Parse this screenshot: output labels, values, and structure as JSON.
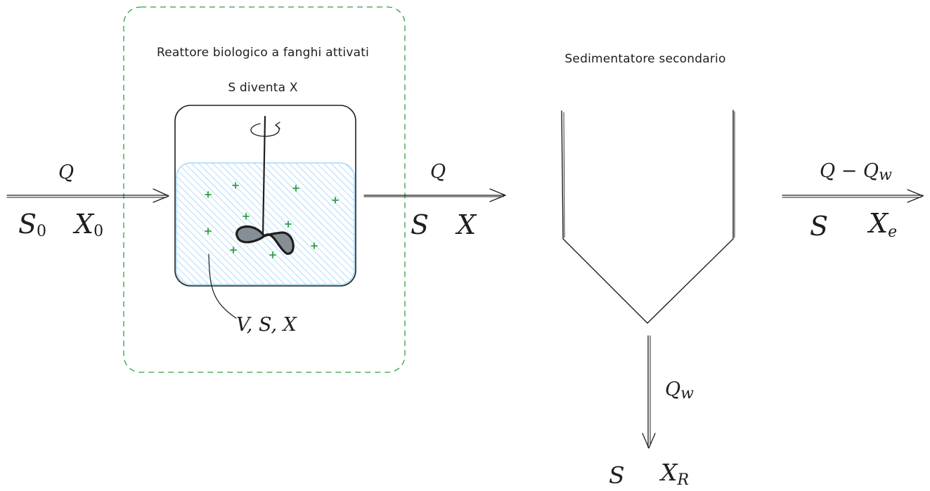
{
  "reactor": {
    "title": "Reattore biologico a fanghi attivati",
    "subtitle": "S diventa X",
    "volume_label": "V, S, X"
  },
  "settler": {
    "title": "Sedimentatore secondario"
  },
  "inlet": {
    "flow": "Q",
    "substrate": "S",
    "substrate_sub": "0",
    "biomass": "X",
    "biomass_sub": "0"
  },
  "reactor_outlet": {
    "flow": "Q",
    "substrate": "S",
    "biomass": "X"
  },
  "effluent": {
    "flow": "Q − Q",
    "flow_sub": "w",
    "substrate": "S",
    "biomass": "X",
    "biomass_sub": "e"
  },
  "waste": {
    "flow": "Q",
    "flow_sub": "w",
    "substrate": "S",
    "biomass": "X",
    "biomass_sub": "R"
  },
  "colors": {
    "ink": "#1e1e1e",
    "boundary": "#2f9e44",
    "liquid_fill": "#a5d8ff",
    "liquid_stroke": "#a5d8ff",
    "plus_marks": "#2f9e44",
    "impeller_fill": "#868e96"
  },
  "icons": {
    "rotation": "rotation-arrow-icon",
    "impeller": "impeller-icon"
  }
}
